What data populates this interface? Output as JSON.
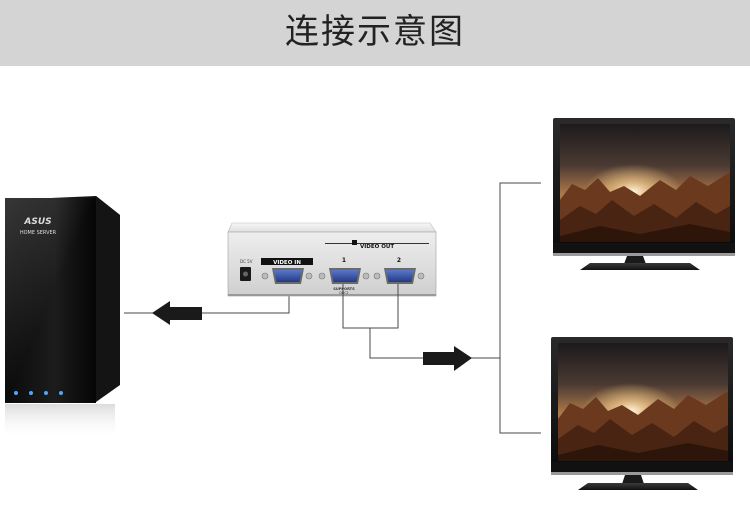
{
  "header": {
    "title": "连接示意图"
  },
  "server": {
    "brand": "ASUS",
    "label": "HOME SERVER"
  },
  "splitter": {
    "video_in_label": "VIDEO IN",
    "video_out_label": "VIDEO OUT",
    "port_1_label": "1",
    "port_2_label": "2",
    "supports_label": "SUPPORTS",
    "supports_sub": "DDC2",
    "dc_label": "DC 5V"
  },
  "colors": {
    "header_bg": "#d4d4d4",
    "arrow": "#1a1a1a",
    "cable": "#4a4a4a"
  },
  "icons": {
    "left_arrow": "arrow-left-icon",
    "right_arrow": "arrow-right-icon"
  }
}
